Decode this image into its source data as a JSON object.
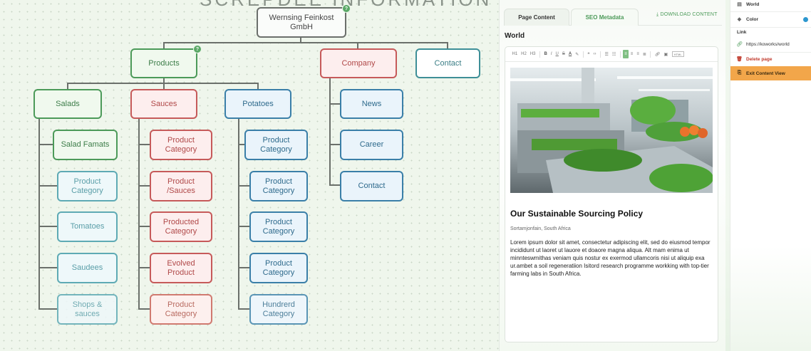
{
  "canvas": {
    "top_title_partial": "SCREPDEE INFORMATION ARCHITECTURE",
    "root": {
      "label": "Wernsing Feinkost GmbH",
      "badge": "?"
    },
    "top_level": [
      {
        "label": "Products",
        "badge": "?"
      },
      {
        "label": "Company"
      },
      {
        "label": "Contact"
      }
    ],
    "products_children": {
      "salads": {
        "label": "Salads",
        "items": [
          "Salad Famats",
          "Product Category",
          "Tomatoes",
          "Saudees",
          "Shops & sauces"
        ]
      },
      "sauces": {
        "label": "Sauces",
        "items": [
          "Product Category",
          "Product /Sauces",
          "Producted Category",
          "Evolved Product",
          "Product Category"
        ]
      },
      "potatoes": {
        "label": "Potatoes",
        "items": [
          "Product Category",
          "Product Category",
          "Product Category",
          "Product Category",
          "Hundrerd Category"
        ]
      }
    },
    "company_children": [
      "News",
      "Career",
      "Contact"
    ]
  },
  "editor": {
    "tabs": [
      {
        "label": "Page Content",
        "active": true
      },
      {
        "label": "SEO Metadata",
        "active": false
      }
    ],
    "download_label": "DOWNLOAD CONTENT",
    "section_title": "World",
    "toolbar": {
      "headings": [
        "H1",
        "H2",
        "H3"
      ],
      "format": [
        "B",
        "I",
        "U",
        "S",
        "A",
        "highlight"
      ],
      "misc": [
        "quote",
        "code"
      ],
      "lists": [
        "ordered-list",
        "bullet-list"
      ],
      "align": [
        "align-left",
        "align-center",
        "align-right",
        "justify"
      ],
      "insert": [
        "link",
        "image",
        "html"
      ]
    },
    "image_alt": "Vegetable processing facility with greens on stainless steel conveyor",
    "article": {
      "title": "Our Sustainable Sourcing Policy",
      "location": "Sortamjonfain, South Africa",
      "body": "Lorem ipsum dolor sit amet, consectetur adipiscing elit, sed do eiusmod tempor incididunt ut laoret ut lauore et doaore magna aliqua. Alt mam enima ut minnteswmithas veniam quis nostur ex exermod ullamcoris nisi ut aliquip exa ur.ambet a soil regeneratiion Isitord research programme workking with top-tier farming labs in South Africa."
    }
  },
  "sidepanel": {
    "page_name": "World",
    "color_label": "Color",
    "color_value": "#2c97cf",
    "link_heading": "Link",
    "link_value": "https://koworks/world",
    "delete_label": "Delete page",
    "exit_label": "Exit Content View"
  }
}
